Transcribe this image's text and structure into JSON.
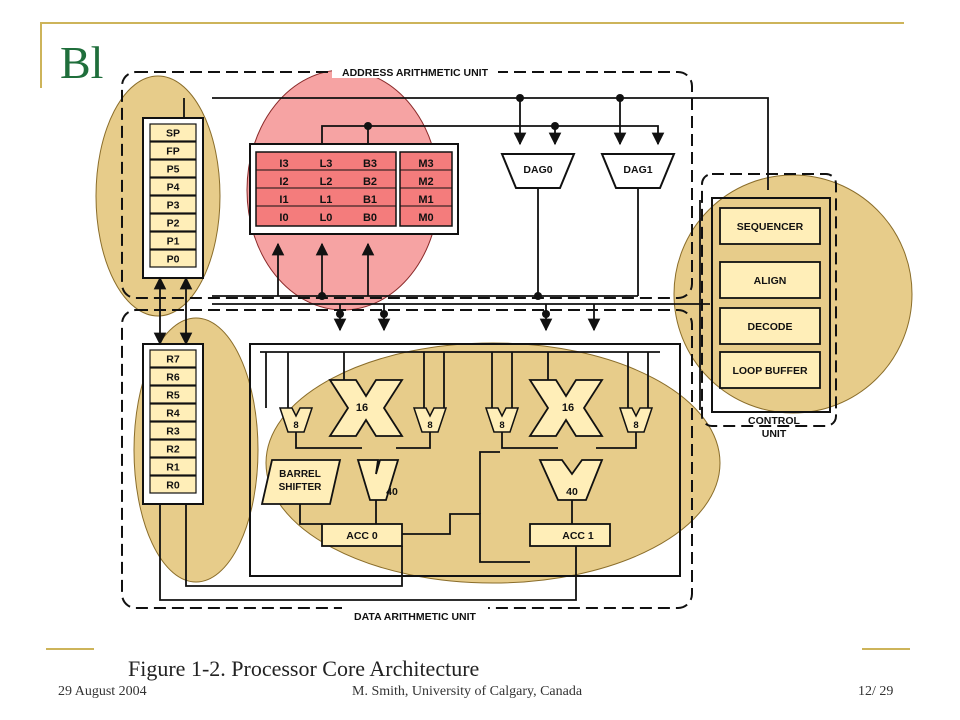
{
  "slide": {
    "title": "Bl",
    "caption": "Figure 1-2. Processor Core Architecture",
    "footer_date": "29 August 2004",
    "footer_author": "M. Smith, University of Calgary, Canada",
    "footer_page": "12/ 29"
  },
  "diagram": {
    "address_unit_label": "ADDRESS ARITHMETIC UNIT",
    "data_unit_label": "DATA ARITHMETIC UNIT",
    "control_unit_label_1": "CONTROL",
    "control_unit_label_2": "UNIT",
    "p_registers": [
      "SP",
      "FP",
      "P5",
      "P4",
      "P3",
      "P2",
      "P1",
      "P0"
    ],
    "dag_registers": [
      [
        "I3",
        "L3",
        "B3",
        "M3"
      ],
      [
        "I2",
        "L2",
        "B2",
        "M2"
      ],
      [
        "I1",
        "L1",
        "B1",
        "M1"
      ],
      [
        "I0",
        "L0",
        "B0",
        "M0"
      ]
    ],
    "dag0": "DAG0",
    "dag1": "DAG1",
    "control_blocks": [
      "SEQUENCER",
      "ALIGN",
      "DECODE",
      "LOOP BUFFER"
    ],
    "r_registers": [
      "R7",
      "R6",
      "R5",
      "R4",
      "R3",
      "R2",
      "R1",
      "R0"
    ],
    "mult_label": "16",
    "byte_label": "8",
    "barrel_1": "BARREL",
    "barrel_2": "SHIFTER",
    "adder_label": "40",
    "acc0": "ACC 0",
    "acc1": "ACC 1"
  },
  "colors": {
    "title_green": "#1f6e3b",
    "frame_gold": "#cdb45a",
    "highlight_tan": "#e7cc8a",
    "highlight_red": "#f47c7c",
    "block_fill": "#ffeeb8"
  }
}
